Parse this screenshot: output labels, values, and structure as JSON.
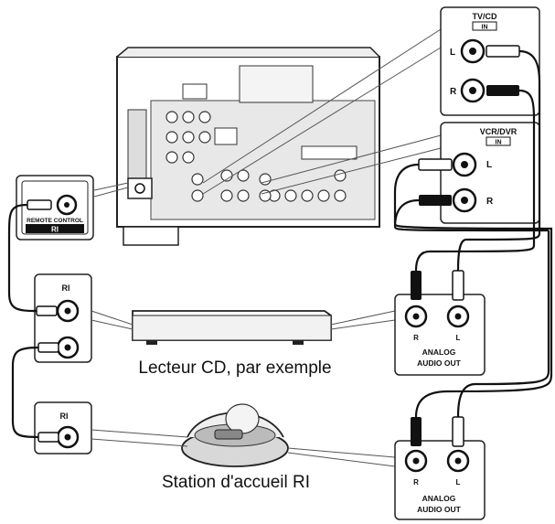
{
  "remote_panel": {
    "title": "REMOTE CONTROL",
    "symbol": "RI"
  },
  "ri_port_1": {
    "label": "RI"
  },
  "ri_port_2": {
    "label": "RI"
  },
  "tvcd": {
    "title": "TV/CD",
    "sub": "IN",
    "left": "L",
    "right": "R"
  },
  "vcrdvr": {
    "title": "VCR/DVR",
    "sub": "IN",
    "left": "L",
    "right": "R"
  },
  "cd_out": {
    "r": "R",
    "l": "L",
    "line1": "ANALOG",
    "line2": "AUDIO OUT"
  },
  "dock_out": {
    "r": "R",
    "l": "L",
    "line1": "ANALOG",
    "line2": "AUDIO OUT"
  },
  "captions": {
    "cd_player": "Lecteur CD, par exemple",
    "dock": "Station d'accueil RI"
  }
}
